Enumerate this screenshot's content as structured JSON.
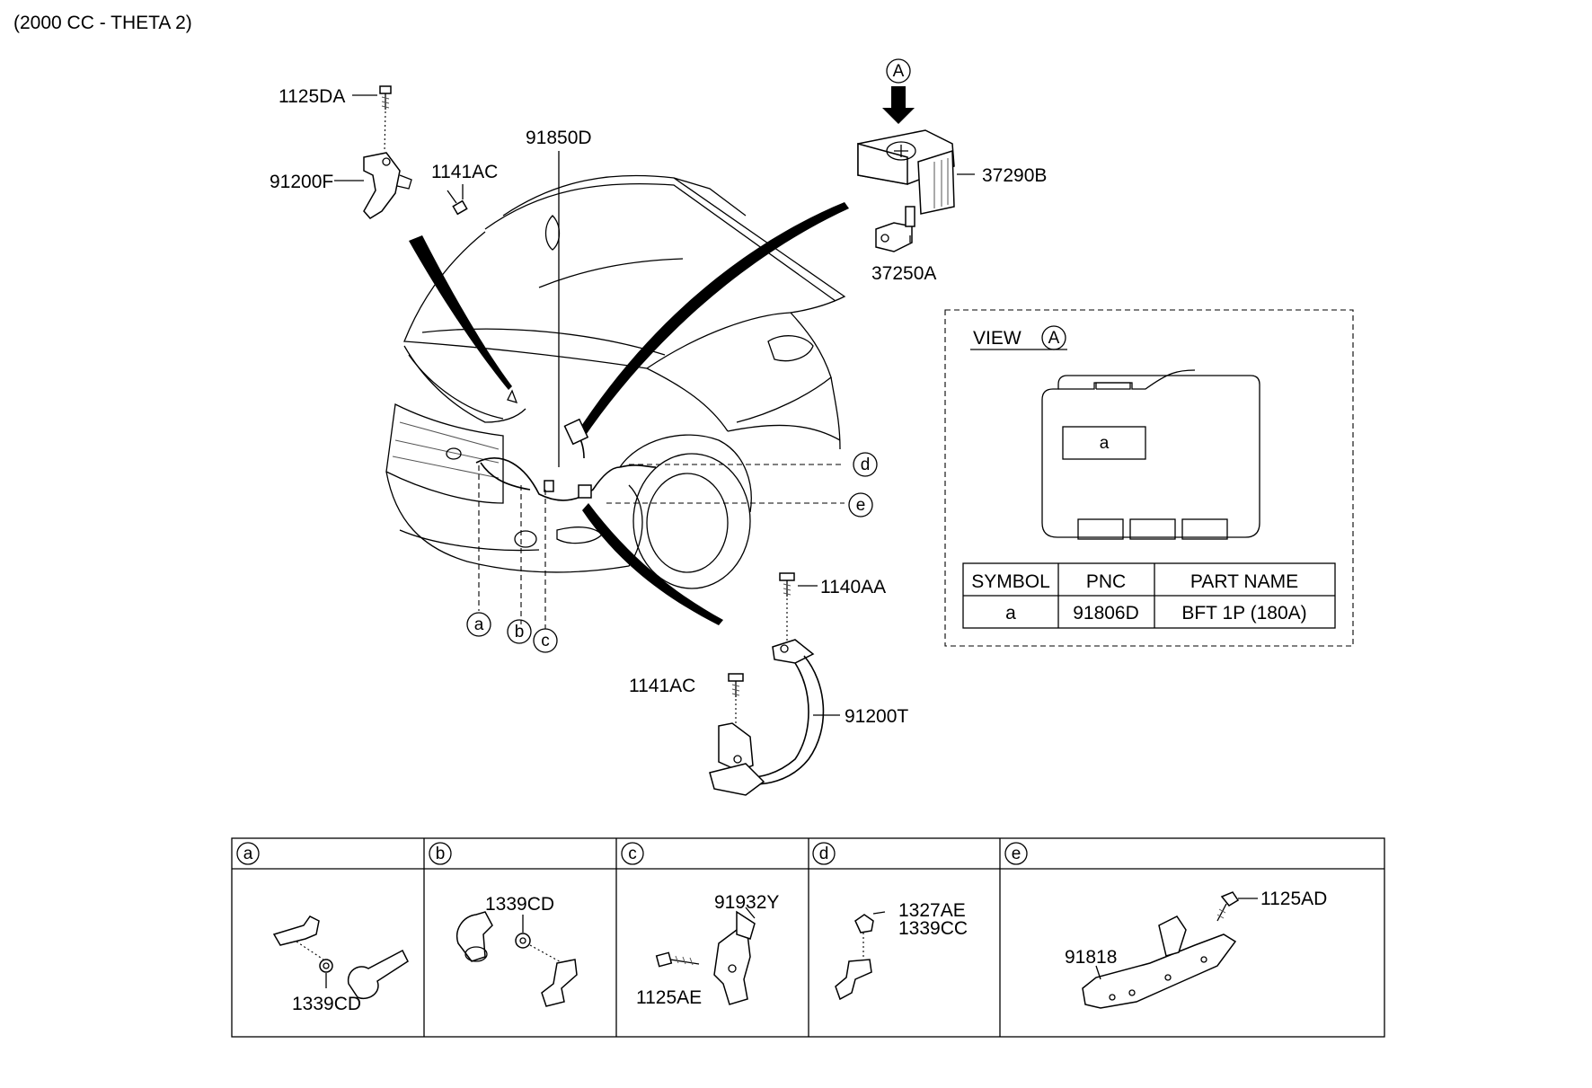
{
  "header": {
    "engine_note": "(2000 CC - THETA 2)"
  },
  "main_view": {
    "part_labels": {
      "p1125DA": "1125DA",
      "p91200F": "91200F",
      "p1141AC_top": "1141AC",
      "p91850D": "91850D",
      "p37290B": "37290B",
      "p37250A": "37250A",
      "p1140AA": "1140AA",
      "p1141AC_mid": "1141AC",
      "p91200T": "91200T"
    },
    "view_marker": "A",
    "callouts": {
      "a": "a",
      "b": "b",
      "c": "c",
      "d": "d",
      "e": "e"
    }
  },
  "view_a_panel": {
    "title": "VIEW",
    "marker": "A",
    "box_symbol": "a",
    "table": {
      "headers": [
        "SYMBOL",
        "PNC",
        "PART NAME"
      ],
      "rows": [
        [
          "a",
          "91806D",
          "BFT 1P (180A)"
        ]
      ]
    }
  },
  "detail_table": {
    "columns": [
      {
        "key": "a",
        "parts": [
          "1339CD"
        ]
      },
      {
        "key": "b",
        "parts": [
          "1339CD"
        ]
      },
      {
        "key": "c",
        "parts": [
          "91932Y",
          "1125AE"
        ]
      },
      {
        "key": "d",
        "parts": [
          "1327AE",
          "1339CC"
        ]
      },
      {
        "key": "e",
        "parts": [
          "1125AD",
          "91818"
        ]
      }
    ]
  }
}
